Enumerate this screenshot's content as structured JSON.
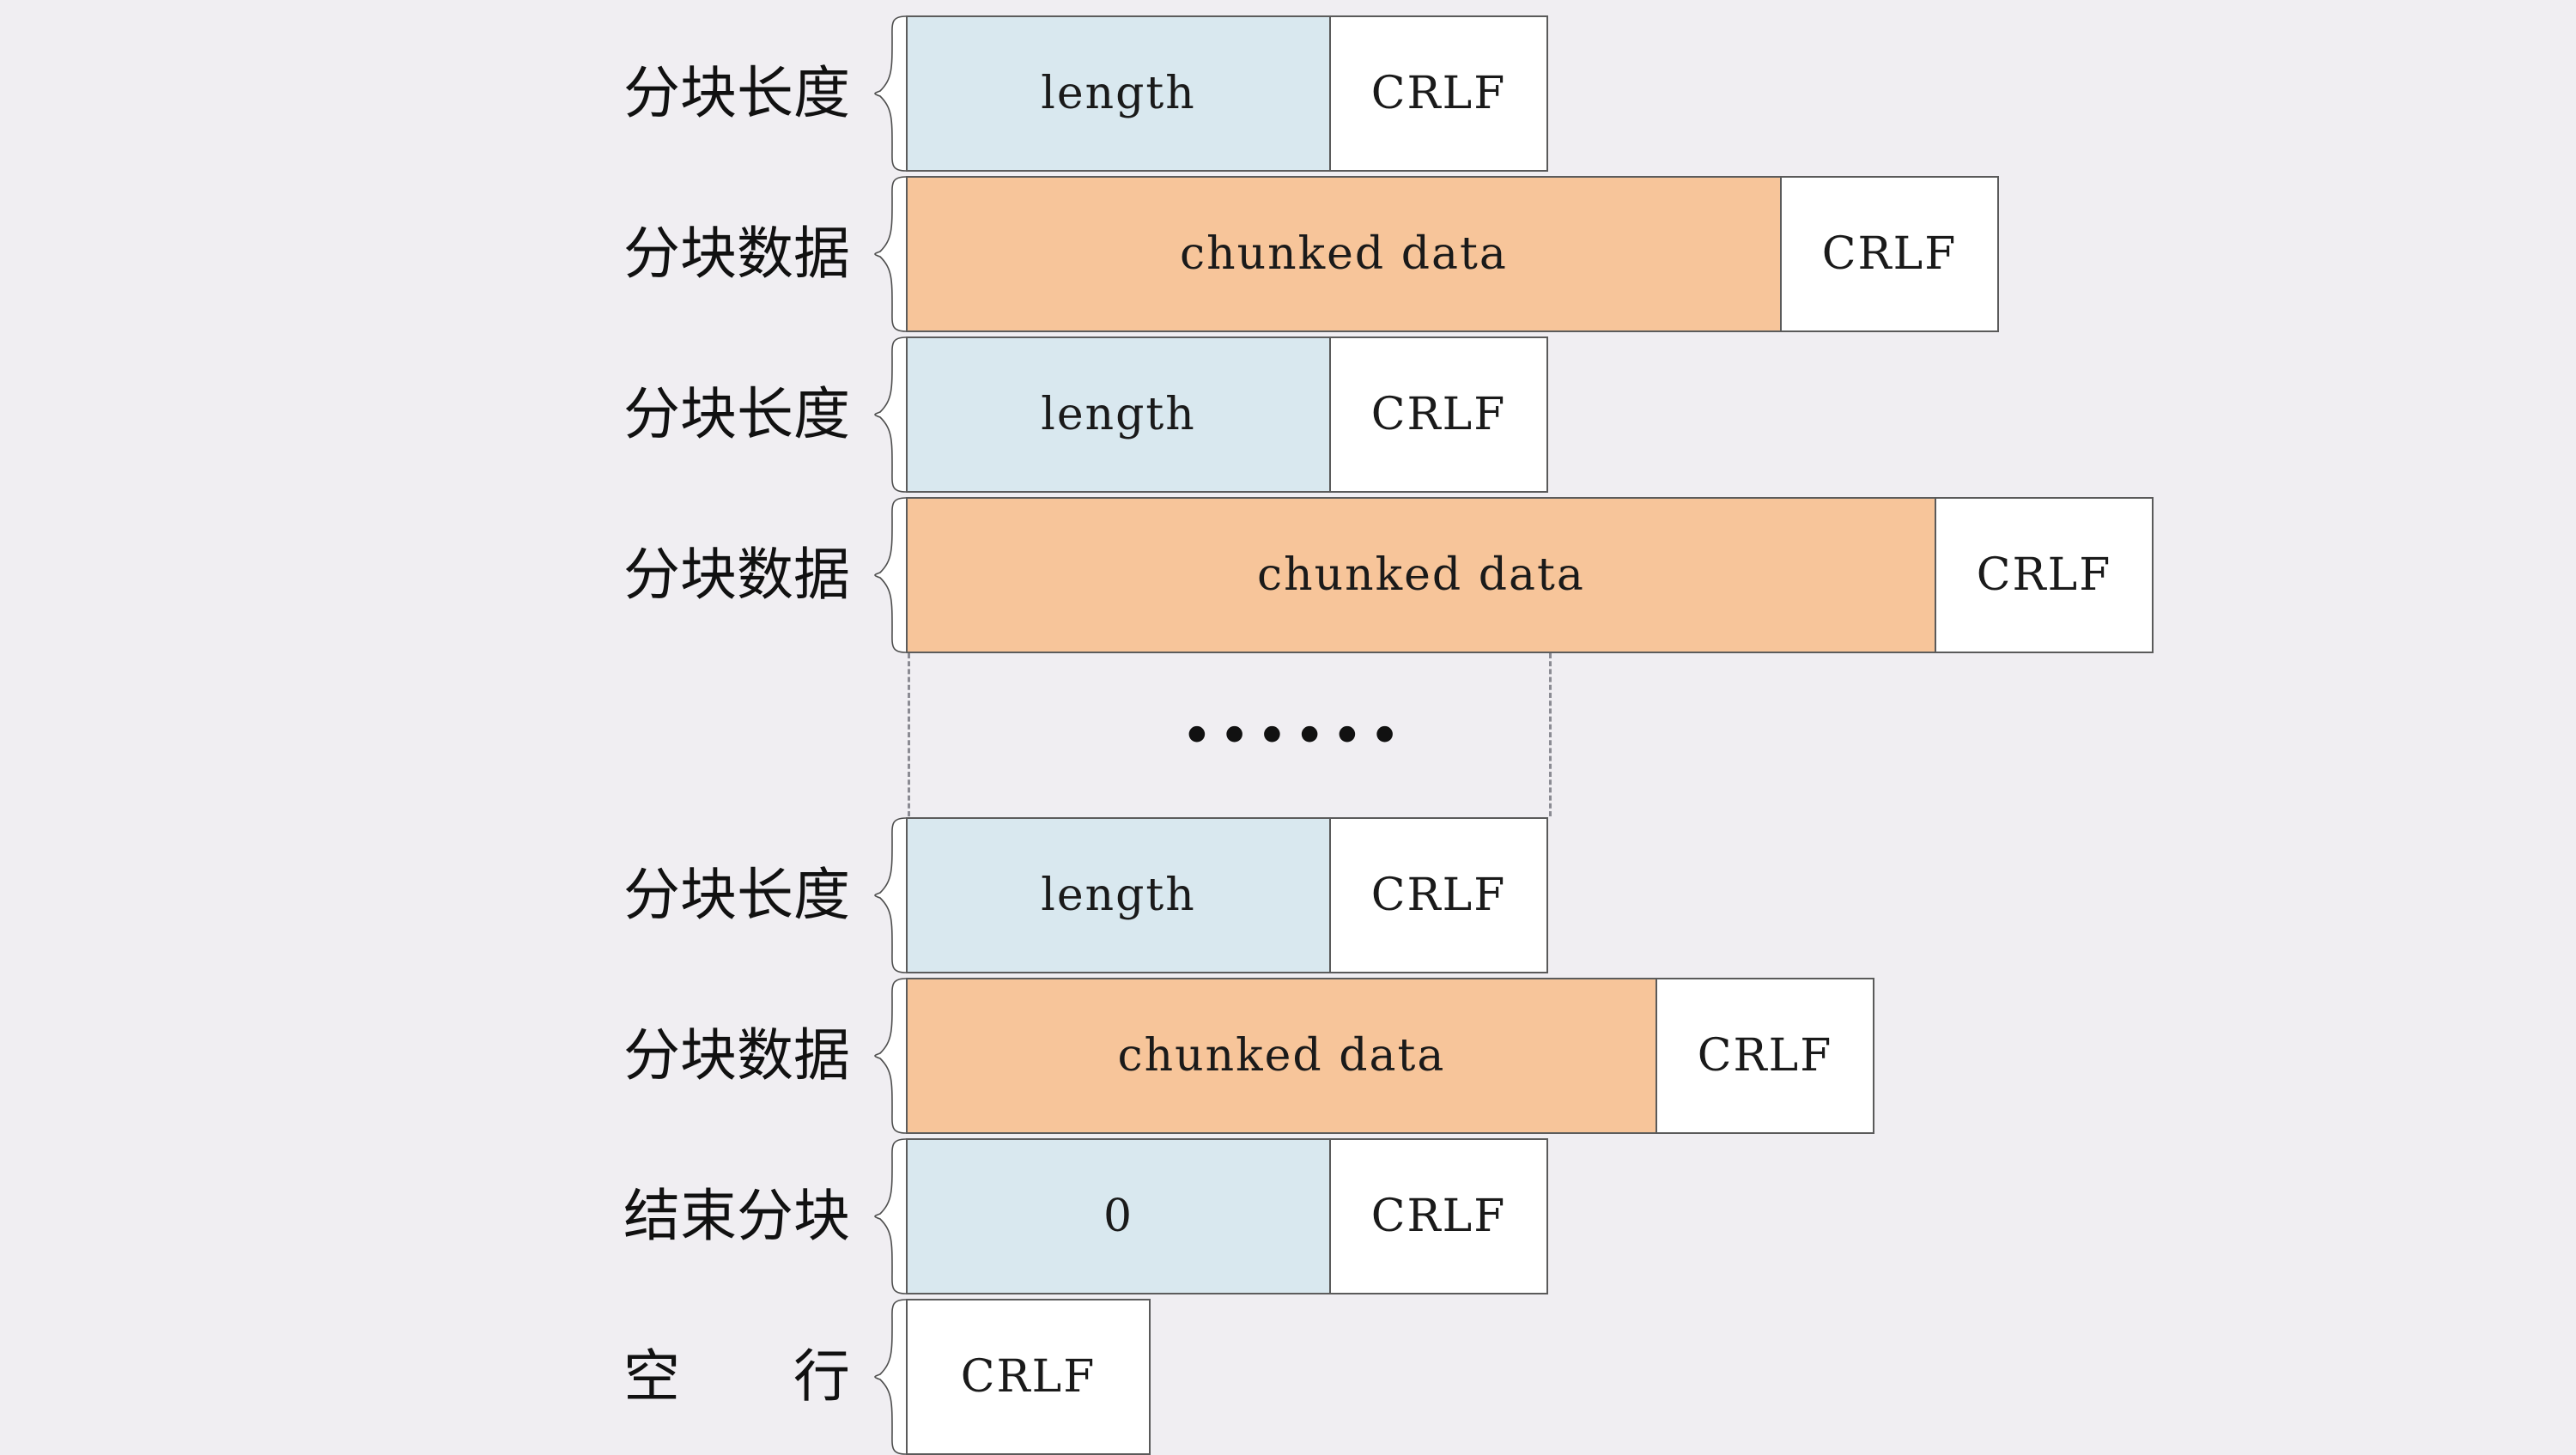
{
  "diagram": {
    "title": "HTTP chunked transfer encoding message body structure",
    "background_color": "#f0eef2",
    "colors": {
      "length_fill": "#d9e8ef",
      "data_fill": "#f7c59a",
      "crlf_fill": "#ffffff",
      "stroke": "#5c5c5c",
      "dashed_guide": "#8b8b93",
      "text": "#111111"
    },
    "ellipsis": "••••••",
    "rows": [
      {
        "id": "row-chunk-length-1",
        "label": "分块长度",
        "cells": [
          {
            "name": "length-cell",
            "text": "length",
            "fill": "length_fill"
          },
          {
            "name": "crlf-cell",
            "text": "CRLF",
            "fill": "crlf_fill"
          }
        ]
      },
      {
        "id": "row-chunk-data-1",
        "label": "分块数据",
        "cells": [
          {
            "name": "chunked-data-cell",
            "text": "chunked data",
            "fill": "data_fill"
          },
          {
            "name": "crlf-cell",
            "text": "CRLF",
            "fill": "crlf_fill"
          }
        ]
      },
      {
        "id": "row-chunk-length-2",
        "label": "分块长度",
        "cells": [
          {
            "name": "length-cell",
            "text": "length",
            "fill": "length_fill"
          },
          {
            "name": "crlf-cell",
            "text": "CRLF",
            "fill": "crlf_fill"
          }
        ]
      },
      {
        "id": "row-chunk-data-2",
        "label": "分块数据",
        "cells": [
          {
            "name": "chunked-data-cell",
            "text": "chunked data",
            "fill": "data_fill"
          },
          {
            "name": "crlf-cell",
            "text": "CRLF",
            "fill": "crlf_fill"
          }
        ]
      },
      {
        "id": "row-chunk-length-n",
        "label": "分块长度",
        "cells": [
          {
            "name": "length-cell",
            "text": "length",
            "fill": "length_fill"
          },
          {
            "name": "crlf-cell",
            "text": "CRLF",
            "fill": "crlf_fill"
          }
        ]
      },
      {
        "id": "row-chunk-data-n",
        "label": "分块数据",
        "cells": [
          {
            "name": "chunked-data-cell",
            "text": "chunked data",
            "fill": "data_fill"
          },
          {
            "name": "crlf-cell",
            "text": "CRLF",
            "fill": "crlf_fill"
          }
        ]
      },
      {
        "id": "row-terminating-chunk",
        "label": "结束分块",
        "cells": [
          {
            "name": "zero-length-cell",
            "text": "0",
            "fill": "length_fill"
          },
          {
            "name": "crlf-cell",
            "text": "CRLF",
            "fill": "crlf_fill"
          }
        ]
      },
      {
        "id": "row-blank-line",
        "label": "空　　行",
        "cells": [
          {
            "name": "crlf-cell",
            "text": "CRLF",
            "fill": "crlf_fill"
          }
        ]
      }
    ]
  }
}
